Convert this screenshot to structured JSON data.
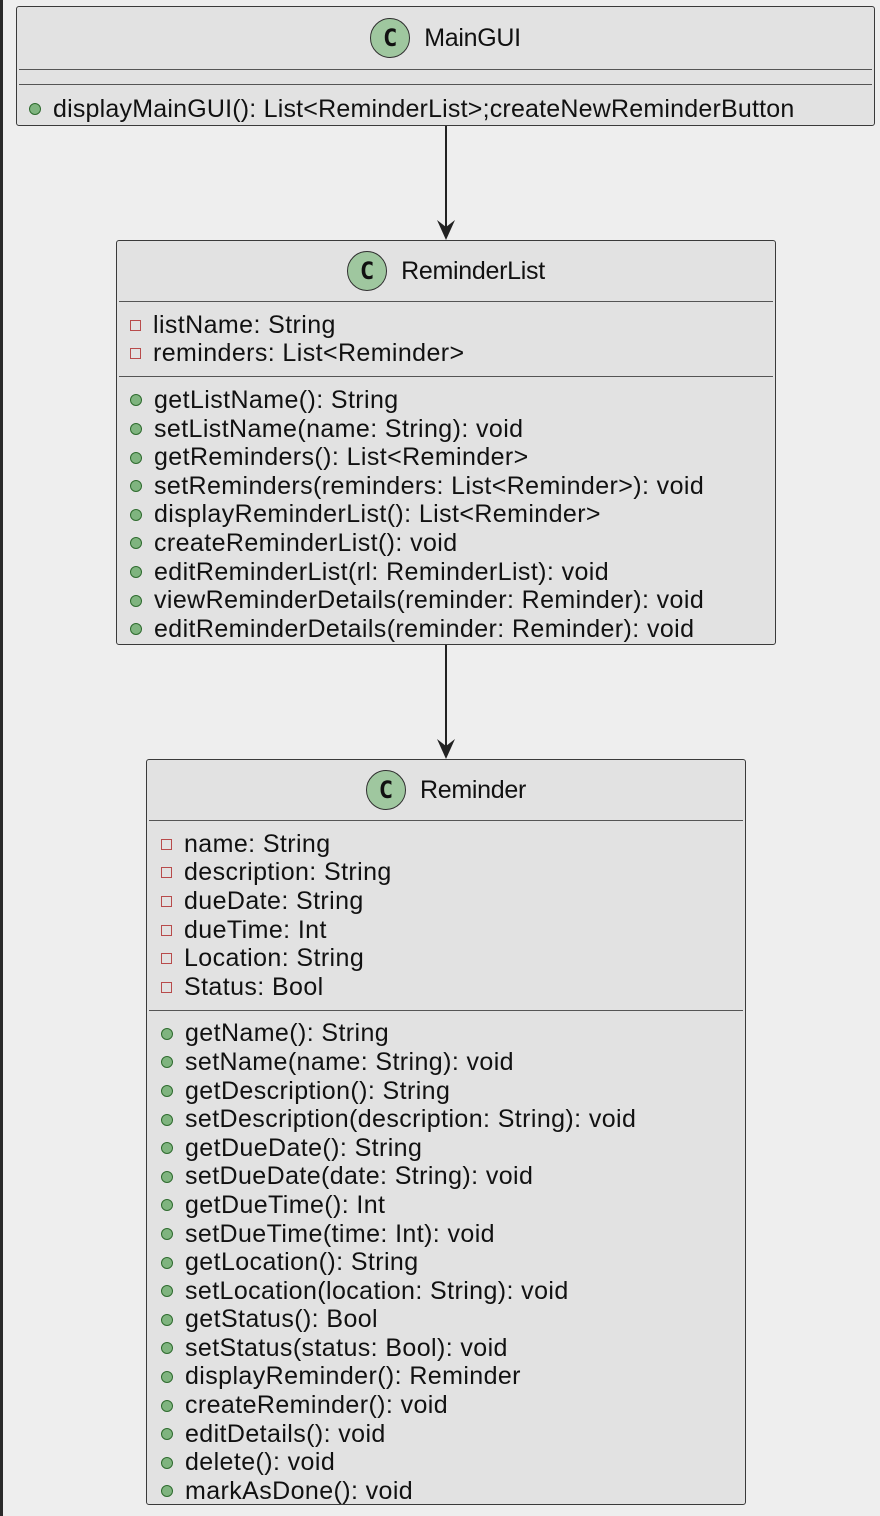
{
  "classes": {
    "main_gui": {
      "stereotype": "C",
      "name": "MainGUI",
      "attributes": [],
      "methods": [
        "displayMainGUI(): List<ReminderList>;createNewReminderButton"
      ]
    },
    "reminder_list": {
      "stereotype": "C",
      "name": "ReminderList",
      "attributes": [
        "listName: String",
        "reminders: List<Reminder>"
      ],
      "methods": [
        "getListName(): String",
        "setListName(name: String): void",
        "getReminders(): List<Reminder>",
        "setReminders(reminders: List<Reminder>): void",
        "displayReminderList(): List<Reminder>",
        "createReminderList(): void",
        "editReminderList(rl: ReminderList): void",
        "viewReminderDetails(reminder: Reminder): void",
        "editReminderDetails(reminder: Reminder): void"
      ]
    },
    "reminder": {
      "stereotype": "C",
      "name": "Reminder",
      "attributes": [
        "name: String",
        "description: String",
        "dueDate: String",
        "dueTime: Int",
        "Location: String",
        "Status: Bool"
      ],
      "methods": [
        "getName(): String",
        "setName(name: String): void",
        "getDescription(): String",
        "setDescription(description: String): void",
        "getDueDate(): String",
        "setDueDate(date: String): void",
        "getDueTime(): Int",
        "setDueTime(time: Int): void",
        "getLocation(): String",
        "setLocation(location: String): void",
        "getStatus(): Bool",
        "setStatus(status: Bool): void",
        "displayReminder(): Reminder",
        "createReminder(): void",
        "editDetails(): void",
        "delete(): void",
        "markAsDone(): void"
      ]
    }
  },
  "colors": {
    "background": "#eeeeee",
    "class_fill": "#e2e2e2",
    "class_icon_fill": "#9fc79f",
    "private_marker": "#b84b4b",
    "public_marker": "#7fb47f",
    "arrow": "#222222"
  },
  "relations": [
    {
      "from": "main_gui",
      "to": "reminder_list",
      "type": "association-arrow"
    },
    {
      "from": "reminder_list",
      "to": "reminder",
      "type": "association-arrow"
    }
  ]
}
